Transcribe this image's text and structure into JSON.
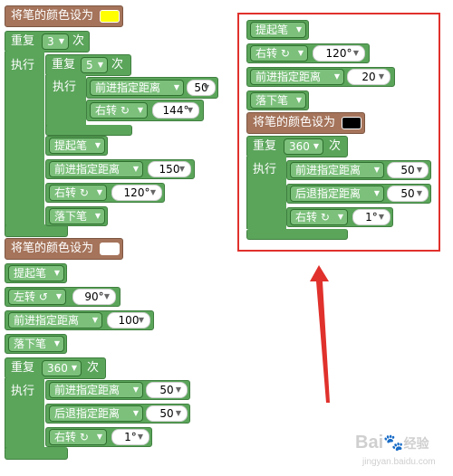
{
  "set_pen_color_label": "将笔的颜色设为",
  "repeat_label": "重复",
  "times_label": "次",
  "do_label": "执行",
  "pen_up_label": "提起笔",
  "pen_down_label": "落下笔",
  "forward_label": "前进指定距离",
  "backward_label": "后退指定距离",
  "turn_right_label": "右转 ↻",
  "turn_left_label": "左转 ↺",
  "colors": {
    "yellow": "#ffff00",
    "white": "#ffffff",
    "black": "#000000",
    "highlight": "#e0312c"
  },
  "left": {
    "color1": "yellow",
    "repeat_outer": "3",
    "repeat_inner": "5",
    "forward1": "50",
    "turn1": "144°",
    "forward2": "150",
    "turn2": "120°",
    "color2": "white",
    "turn3": "90°",
    "forward3": "100",
    "repeat2": "360",
    "forward4": "50",
    "backward4": "50",
    "turn4": "1°"
  },
  "right": {
    "turn1": "120°",
    "forward1": "20",
    "color1": "black",
    "repeat1": "360",
    "forward2": "50",
    "backward2": "50",
    "turn2": "1°"
  },
  "watermark": {
    "main": "Bai",
    "cn": "经验",
    "site": "jingyan.baidu.com"
  }
}
